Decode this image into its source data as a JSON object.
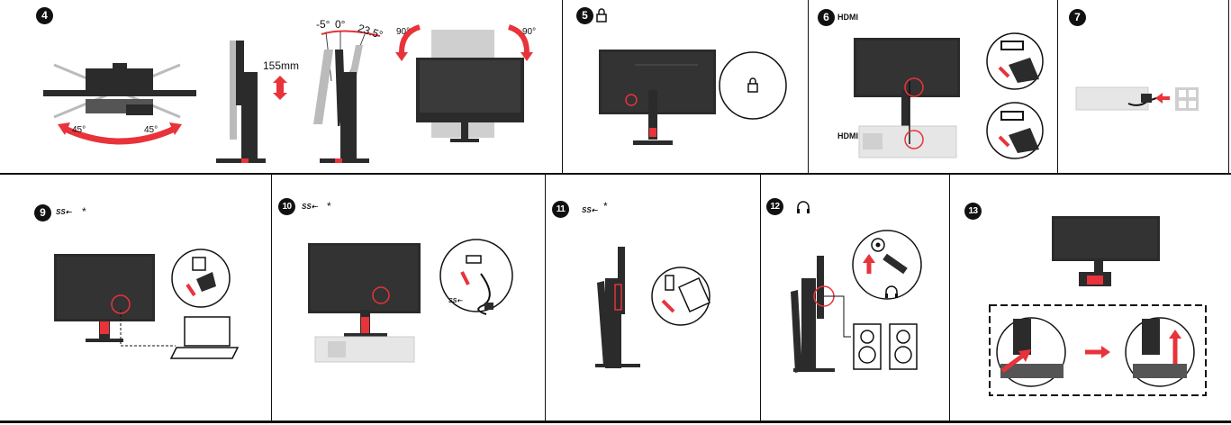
{
  "steps": [
    {
      "number": "4",
      "labels": {
        "tilt_left": "45°",
        "tilt_right": "45°",
        "height": "155mm",
        "neg_tilt": "-5°",
        "zero": "0°",
        "pos_tilt": "23.5°",
        "pivot_left": "90°",
        "pivot_right": "90°"
      }
    },
    {
      "number": "5",
      "icon": "lock-icon"
    },
    {
      "number": "6",
      "icon_text": "HDMI",
      "cable_label": "HDMI"
    },
    {
      "number": "7"
    },
    {
      "number": "9",
      "icon_text": "SS⇠",
      "asterisk": "*"
    },
    {
      "number": "10",
      "icon_text": "SS⇠",
      "asterisk": "*",
      "cable_text": "SS⇠"
    },
    {
      "number": "11",
      "icon_text": "SS⇠",
      "asterisk": "*"
    },
    {
      "number": "12",
      "icon": "headphone-icon"
    },
    {
      "number": "13"
    }
  ],
  "colors": {
    "accent_red": "#e8333a",
    "monitor": "#2b2b2b",
    "line": "#111111"
  }
}
